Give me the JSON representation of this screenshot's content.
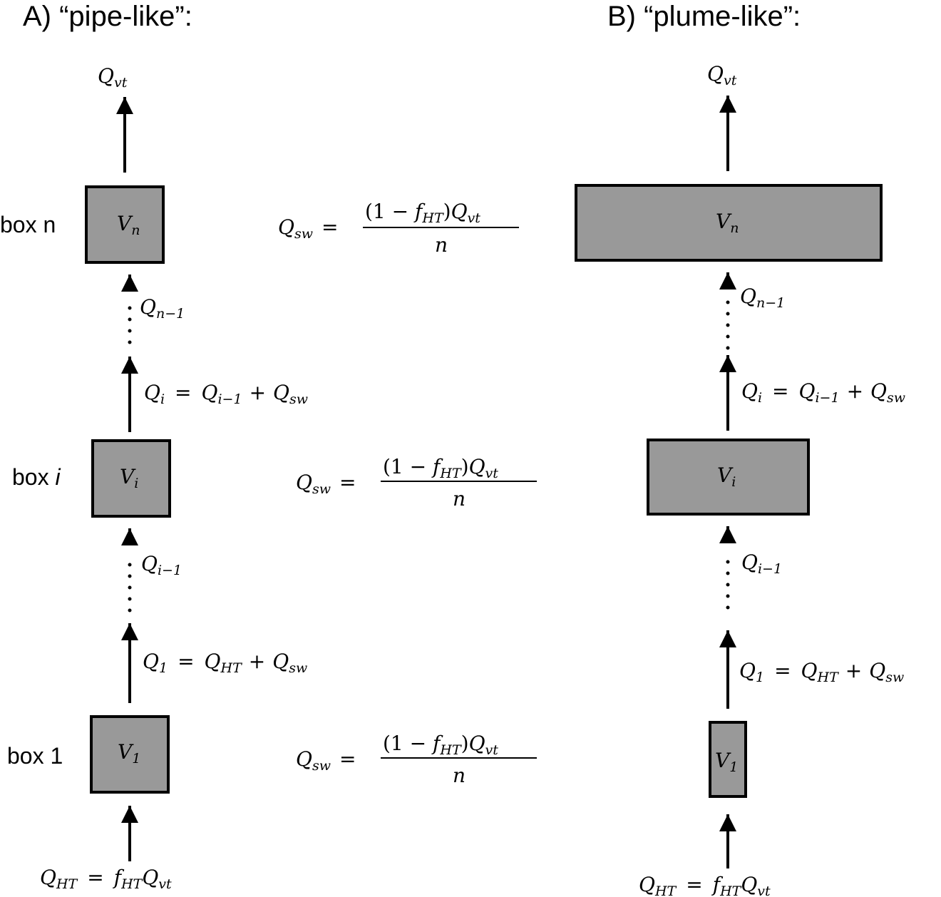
{
  "panel_a": {
    "title": "A) “pipe-like”:",
    "output_flow": {
      "base": "Q",
      "sub": "vt"
    },
    "boxes": [
      {
        "label": "box n",
        "volume": {
          "base": "V",
          "sub": "n"
        }
      },
      {
        "label_main": "box ",
        "label_italic": "i",
        "volume": {
          "base": "V",
          "sub": "i"
        }
      },
      {
        "label": "box 1",
        "volume": {
          "base": "V",
          "sub": "1"
        }
      }
    ],
    "flow_n_minus_1": {
      "base": "Q",
      "sub": "n−1"
    },
    "flow_i": {
      "lhs": "Q",
      "lhs_sub": "i",
      "eq": "=",
      "r1": "Q",
      "r1_sub": "i−1",
      "plus": "+",
      "r2": "Q",
      "r2_sub": "sw"
    },
    "flow_i_minus_1": {
      "base": "Q",
      "sub": "i−1"
    },
    "flow_1": {
      "lhs": "Q",
      "lhs_sub": "1",
      "eq": "=",
      "r1": "Q",
      "r1_sub": "HT",
      "plus": "+",
      "r2": "Q",
      "r2_sub": "sw"
    },
    "input_flow": {
      "lhs": "Q",
      "lhs_sub": "HT",
      "eq": "=",
      "r1": "f",
      "r1_sub": "HT",
      "r2": "Q",
      "r2_sub": "vt"
    },
    "seawater_eq": {
      "lhs": "Q",
      "lhs_sub": "sw",
      "eq": "=",
      "num_open": "(1 − ",
      "num_f": "f",
      "num_f_sub": "HT",
      "num_close": ")",
      "num_q": "Q",
      "num_q_sub": "vt",
      "den": "n"
    }
  },
  "panel_b": {
    "title": "B) “plume-like”:",
    "output_flow": {
      "base": "Q",
      "sub": "vt"
    },
    "boxes": [
      {
        "volume": {
          "base": "V",
          "sub": "n"
        }
      },
      {
        "volume": {
          "base": "V",
          "sub": "i"
        }
      },
      {
        "volume": {
          "base": "V",
          "sub": "1"
        }
      }
    ],
    "flow_n_minus_1": {
      "base": "Q",
      "sub": "n−1"
    },
    "flow_i": {
      "lhs": "Q",
      "lhs_sub": "i",
      "eq": "=",
      "r1": "Q",
      "r1_sub": "i−1",
      "plus": "+",
      "r2": "Q",
      "r2_sub": "sw"
    },
    "flow_i_minus_1": {
      "base": "Q",
      "sub": "i−1"
    },
    "flow_1": {
      "lhs": "Q",
      "lhs_sub": "1",
      "eq": "=",
      "r1": "Q",
      "r1_sub": "HT",
      "plus": "+",
      "r2": "Q",
      "r2_sub": "sw"
    },
    "input_flow": {
      "lhs": "Q",
      "lhs_sub": "HT",
      "eq": "=",
      "r1": "f",
      "r1_sub": "HT",
      "r2": "Q",
      "r2_sub": "vt"
    }
  },
  "colors": {
    "box_fill": "#999999",
    "stroke": "#000000",
    "background": "#ffffff"
  }
}
